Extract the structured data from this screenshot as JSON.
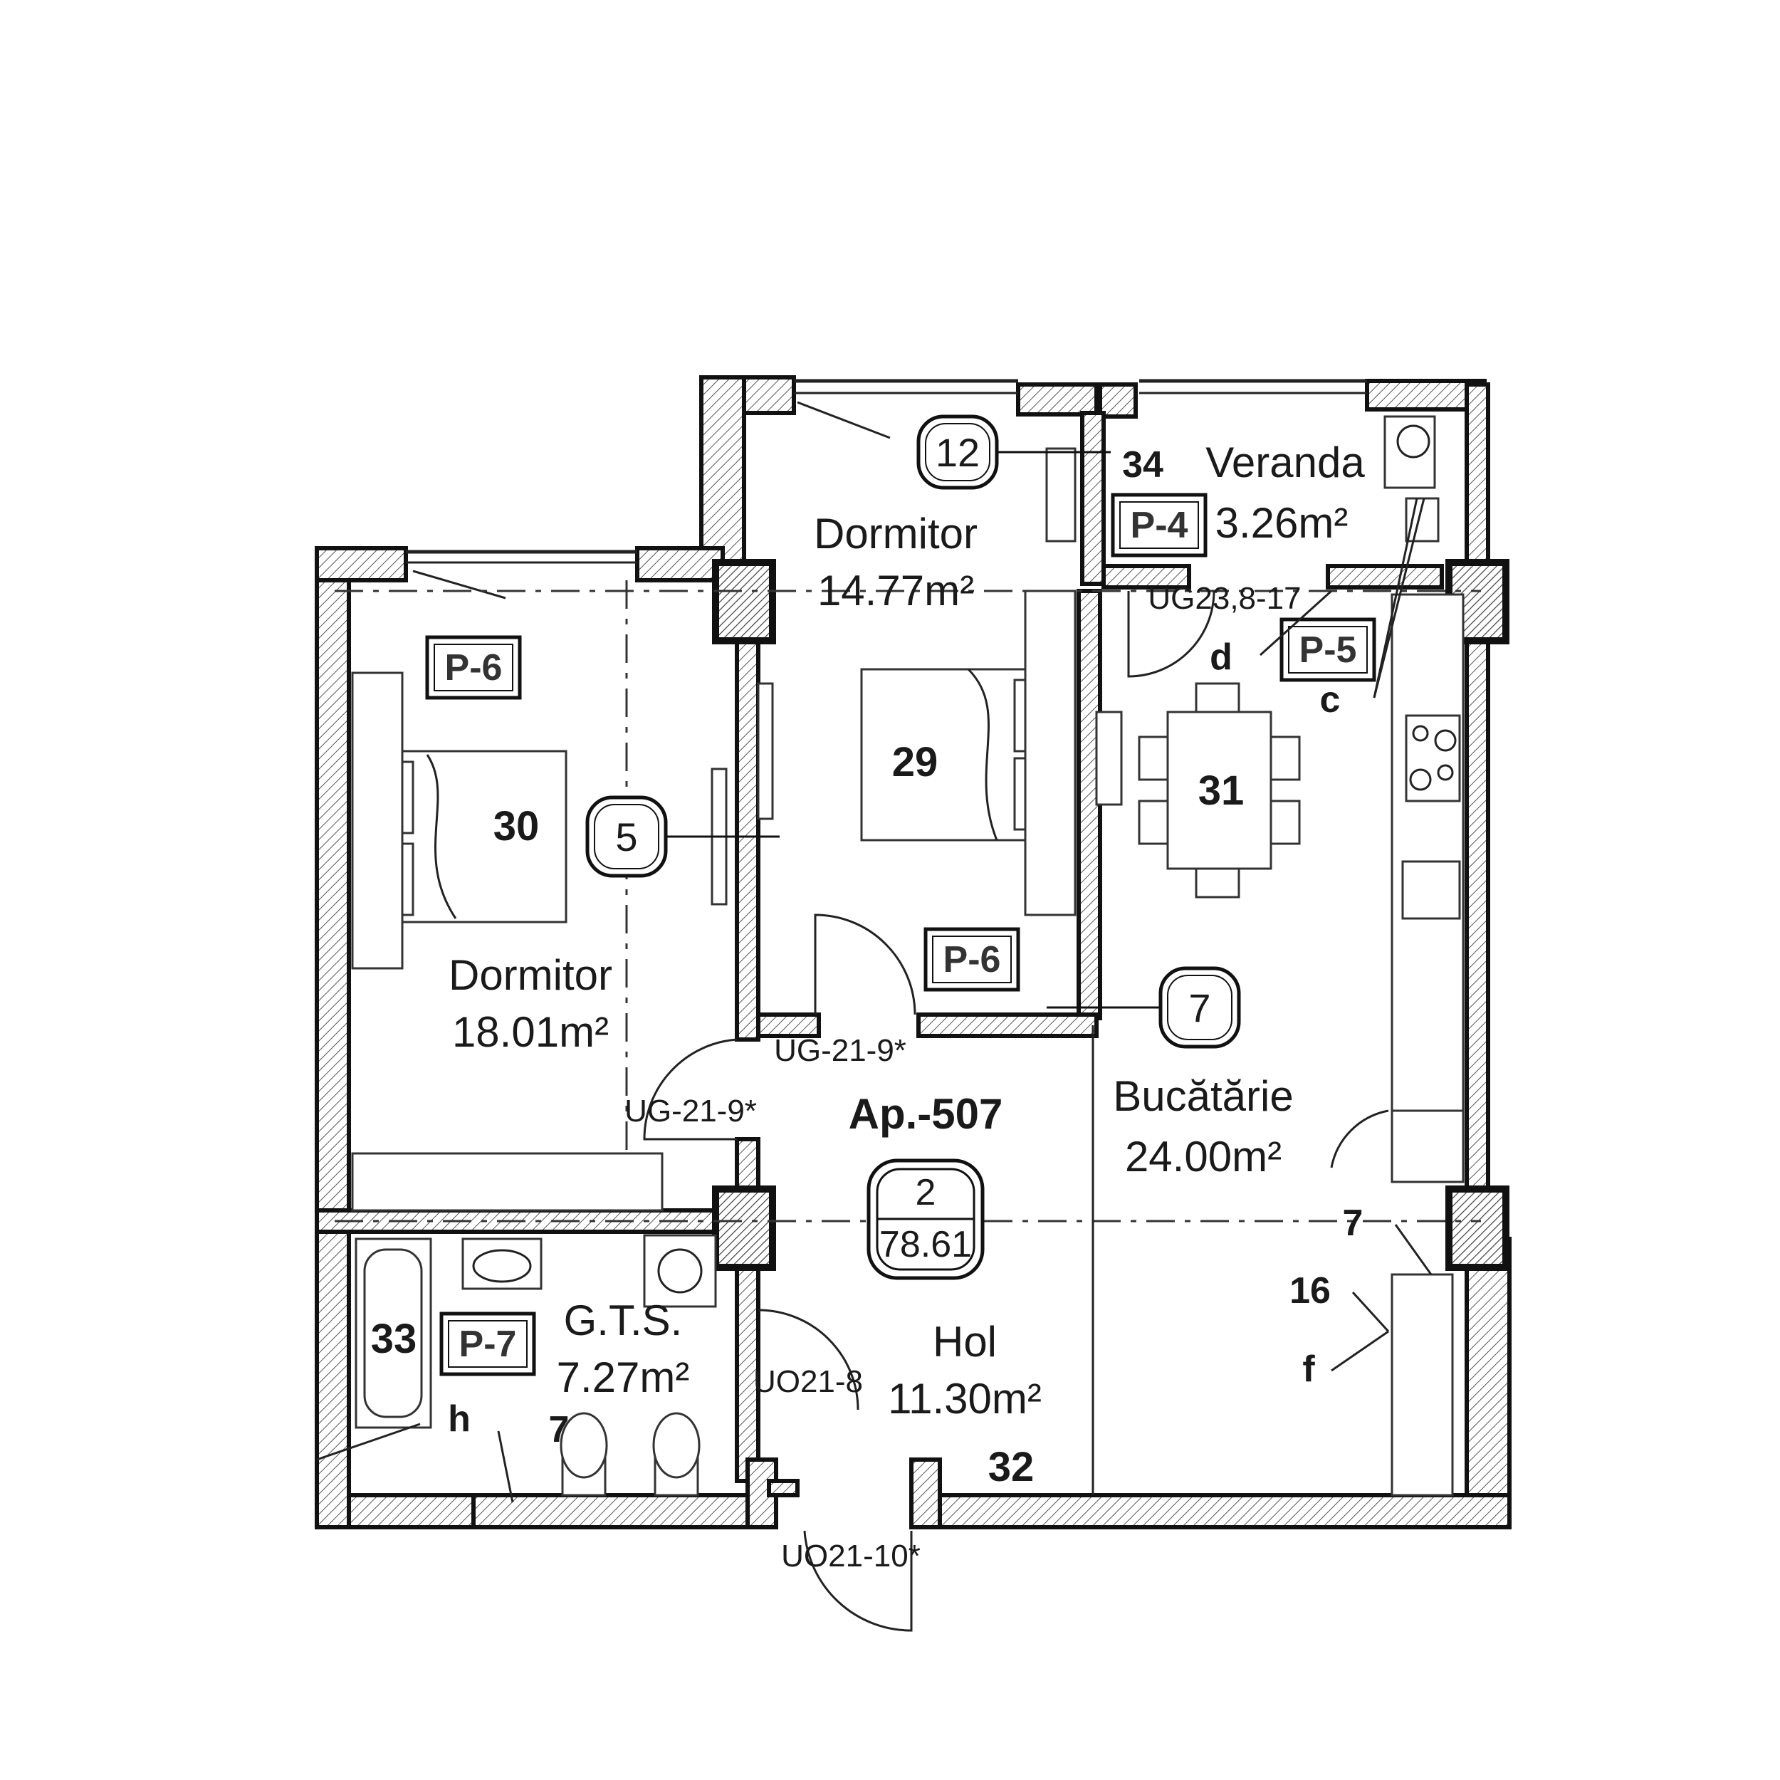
{
  "apartment": {
    "id": "Ap.-507",
    "rooms": "2",
    "area": "78.61"
  },
  "rooms": {
    "bedroom_small": {
      "name": "Dormitor",
      "area": "14.77m²",
      "number": "29"
    },
    "bedroom_large": {
      "name": "Dormitor",
      "area": "18.01m²",
      "number": "30"
    },
    "veranda": {
      "name": "Veranda",
      "area": "3.26m²"
    },
    "kitchen": {
      "name": "Bucătărie",
      "area": "24.00m²",
      "number": "31"
    },
    "hall": {
      "name": "Hol",
      "area": "11.30m²",
      "number": "32"
    },
    "bathroom": {
      "name": "G.T.S.",
      "area": "7.27m²",
      "number": "33"
    }
  },
  "tags": {
    "p6_left": "P-6",
    "p6_mid": "P-6",
    "p4": "P-4",
    "p5": "P-5",
    "p7": "P-7"
  },
  "bubbles": {
    "b12": "12",
    "b5": "5",
    "b7": "7"
  },
  "doors": {
    "ug_21_9_a": "UG-21-9*",
    "ug_21_9_b": "UG-21-9*",
    "ug23": "UG23,8-17",
    "uo21_8": "UO21-8",
    "uo21_10": "UO21-10*"
  },
  "markers": {
    "m34": "34",
    "d": "d",
    "c": "c",
    "m7_right": "7",
    "m16": "16",
    "f": "f",
    "h": "h",
    "m7_bath": "7"
  }
}
